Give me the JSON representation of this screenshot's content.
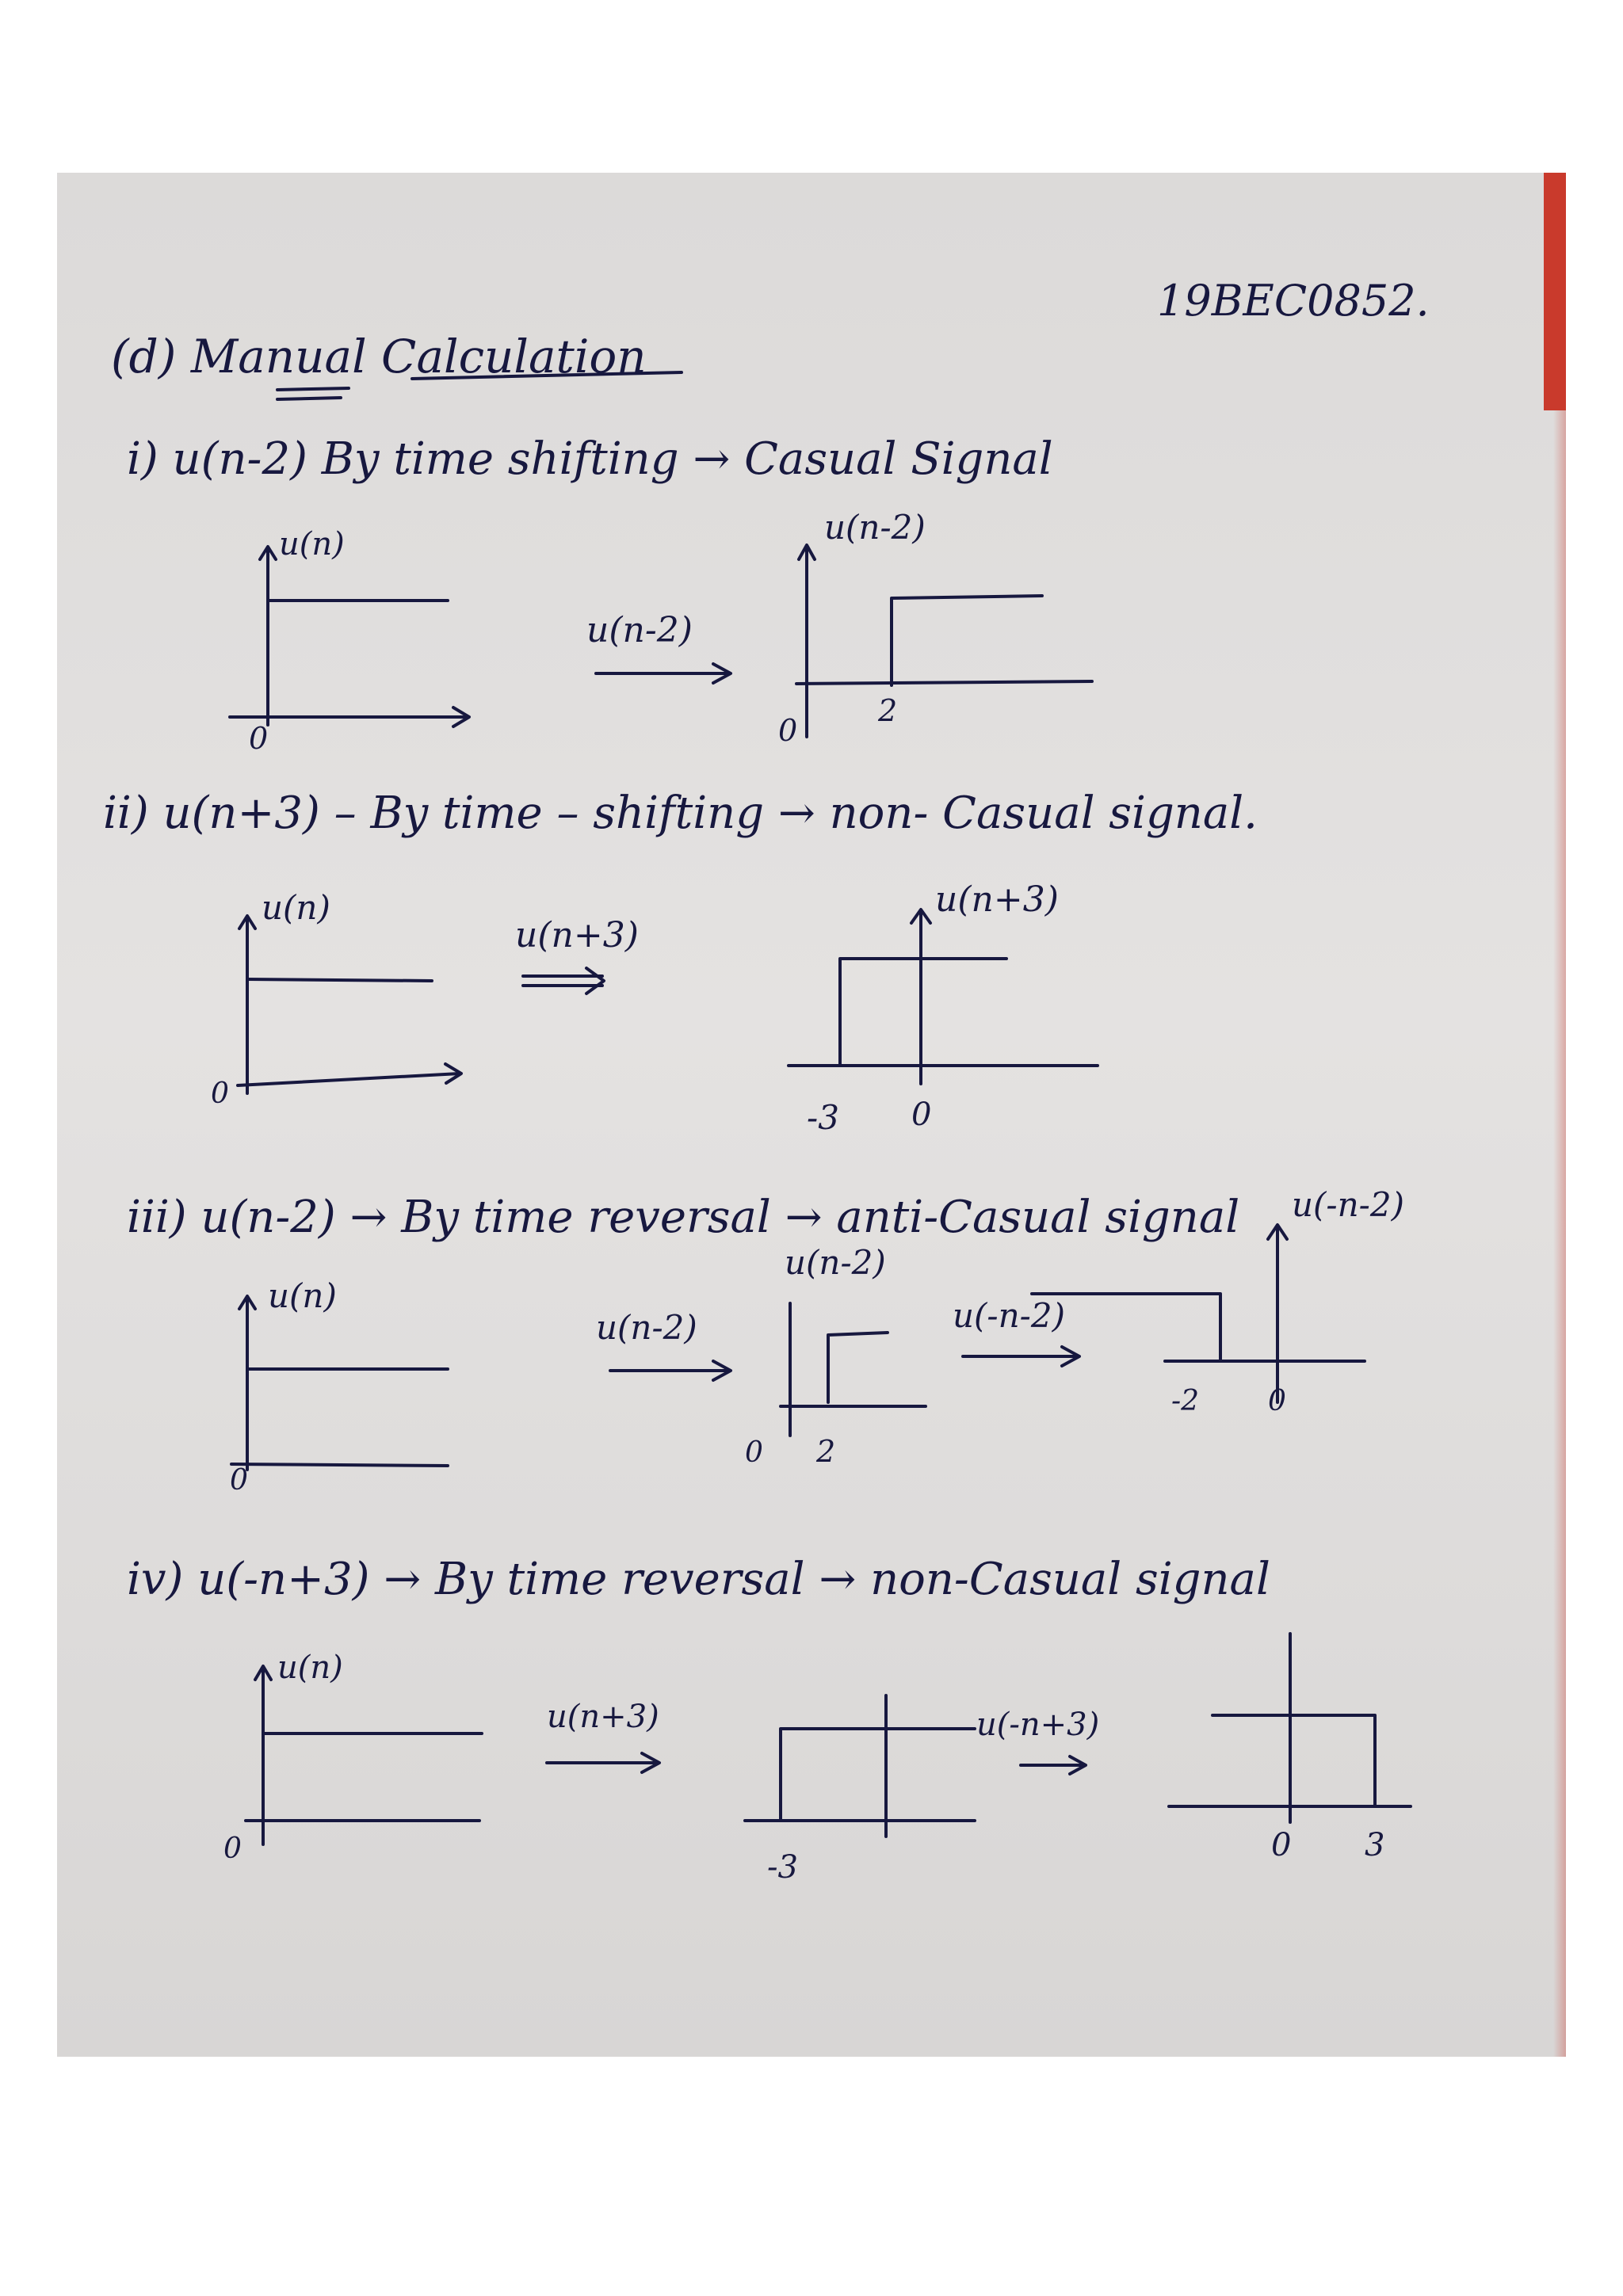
{
  "page": {
    "roll_no": "19BEC0852.",
    "heading": "(d) Manual Calculation"
  },
  "sections": [
    {
      "title": "i) u(n-2) By time shifting → Casual Signal",
      "labels": {
        "src_axis": "u(n)",
        "op": "u(n-2)",
        "res_axis": "u(n-2)",
        "src_origin": "0",
        "res_origin": "0",
        "res_tick": "2"
      }
    },
    {
      "title": "ii) u(n+3) – By time – shifting → non- Casual signal.",
      "labels": {
        "src_axis": "u(n)",
        "op": "u(n+3)",
        "res_axis": "u(n+3)",
        "src_origin": "0",
        "res_tick_a": "-3",
        "res_tick_b": "0"
      }
    },
    {
      "title": "iii) u(n-2) → By time reversal → anti-Casual signal",
      "labels": {
        "src_axis": "u(n)",
        "op1": "u(n-2)",
        "mid_axis": "u(n-2)",
        "op2": "u(-n-2)",
        "res_axis": "u(-n-2)",
        "src_origin": "0",
        "mid_origin": "0",
        "mid_tick": "2",
        "res_tick_a": "-2",
        "res_tick_b": "0"
      }
    },
    {
      "title": "iv) u(-n+3) → By time reversal → non-Casual signal",
      "labels": {
        "src_axis": "u(n)",
        "op1": "u(n+3)",
        "op2": "u(-n+3)",
        "src_origin": "0",
        "mid_tick": "-3",
        "res_tick_a": "0",
        "res_tick_b": "3"
      }
    }
  ]
}
